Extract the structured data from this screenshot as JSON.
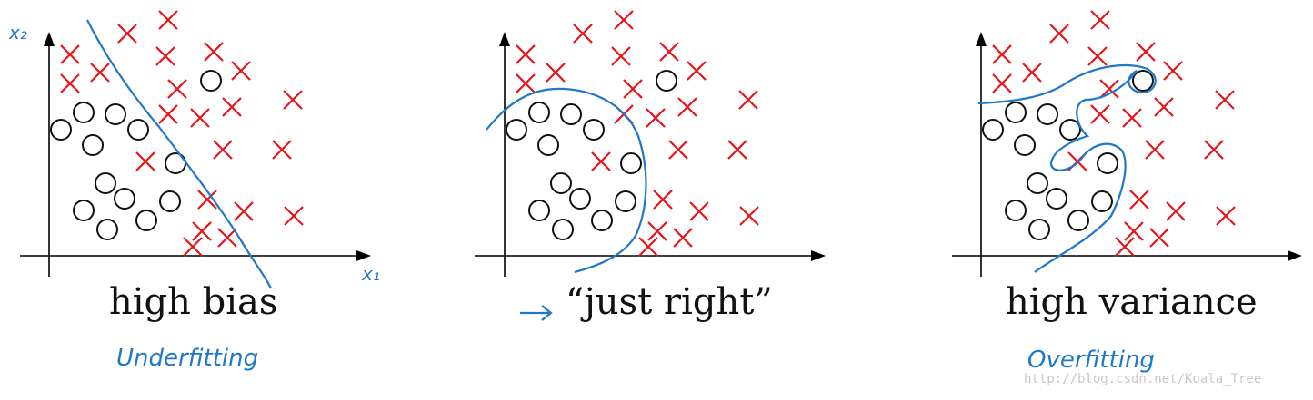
{
  "colors": {
    "axis": "#000000",
    "cross": "#e8141b",
    "circle": "#111111",
    "boundary": "#1f78c8",
    "text": "#111111"
  },
  "panels": [
    {
      "caption": "high bias",
      "note": "Underfitting",
      "axis_x_label": "x₁",
      "axis_y_label": "x₂"
    },
    {
      "caption": "“just right”",
      "note": ""
    },
    {
      "caption": "high variance",
      "note": "Overfitting"
    }
  ],
  "watermark": "http://blog.csdn.net/Koala_Tree"
}
